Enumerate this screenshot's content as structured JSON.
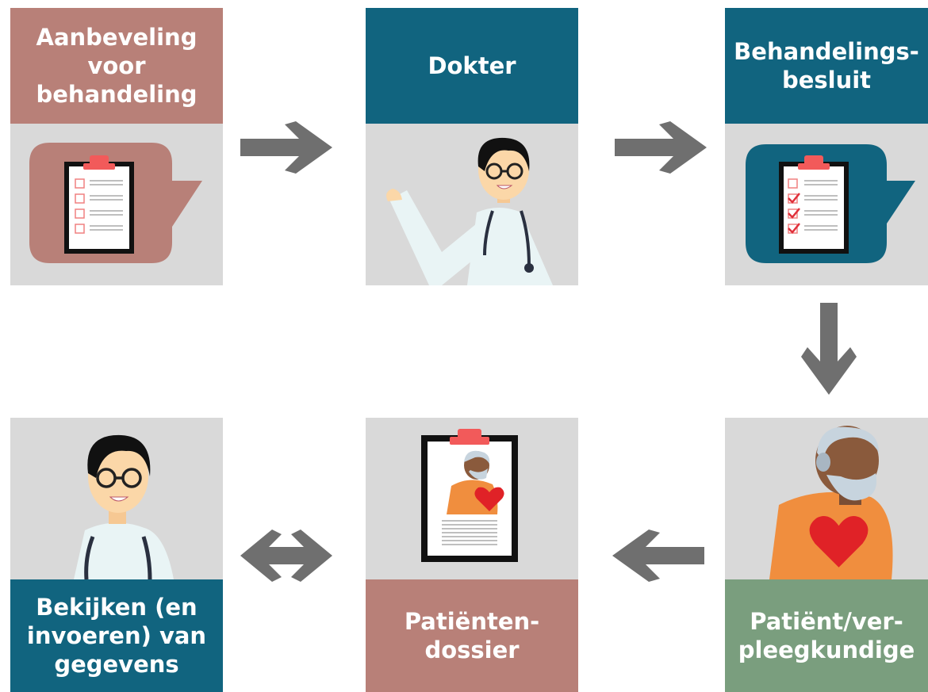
{
  "colors": {
    "rose": "#b88078",
    "teal": "#11647f",
    "green": "#7a9e7e",
    "panel": "#d9d9d9",
    "arrow": "#6f6f6f",
    "heart": "#e02227",
    "check": "#e0303a"
  },
  "steps": [
    {
      "label": "Aanbeveling\nvoor\nbehandeling",
      "icon": "clipboard-empty-icon"
    },
    {
      "label": "Dokter",
      "icon": "doctor-icon"
    },
    {
      "label": "Behandelings-\nbesluit",
      "icon": "clipboard-checked-icon"
    },
    {
      "label": "Patiënt/ver-\npleegkundige",
      "icon": "patient-icon"
    },
    {
      "label": "Patiënten-\ndossier",
      "icon": "patient-record-icon"
    },
    {
      "label": "Bekijken (en\ninvoeren) van\ngegevens",
      "icon": "doctor-icon"
    }
  ],
  "arrows": [
    "arrow-right-icon",
    "arrow-right-icon",
    "arrow-down-icon",
    "arrow-left-icon",
    "arrow-bidirectional-icon"
  ]
}
